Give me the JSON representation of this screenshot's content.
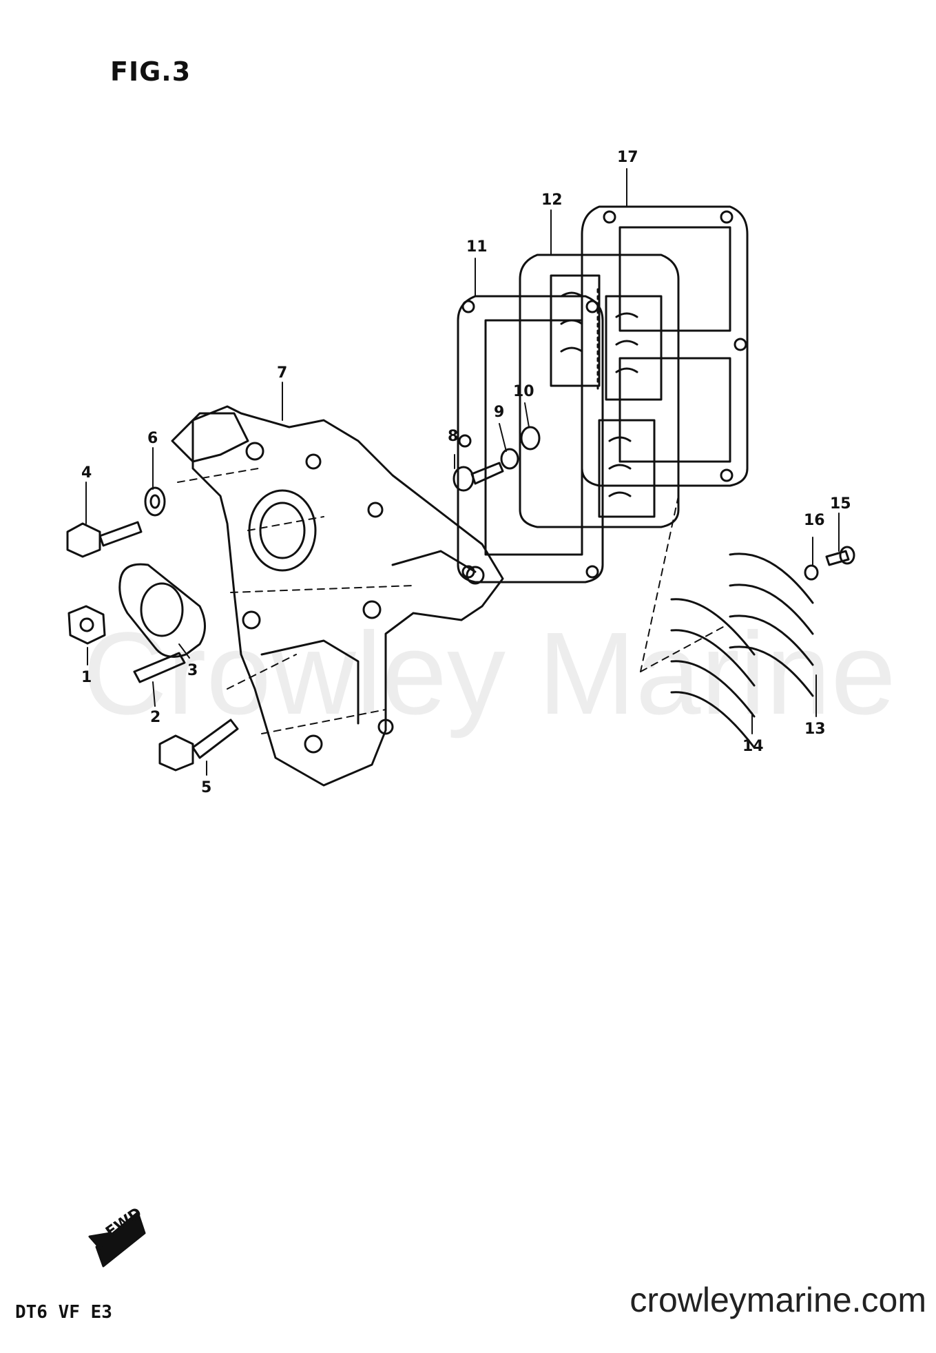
{
  "figure": {
    "title": "FIG.3"
  },
  "watermark": "Crowley Marine",
  "footer": {
    "model_code": "DT6 VF E3",
    "site": "crowleymarine.com"
  },
  "fwd_label": "FWD",
  "callouts": [
    "1",
    "2",
    "3",
    "4",
    "5",
    "6",
    "7",
    "8",
    "9",
    "10",
    "11",
    "12",
    "13",
    "14",
    "15",
    "16",
    "17"
  ]
}
